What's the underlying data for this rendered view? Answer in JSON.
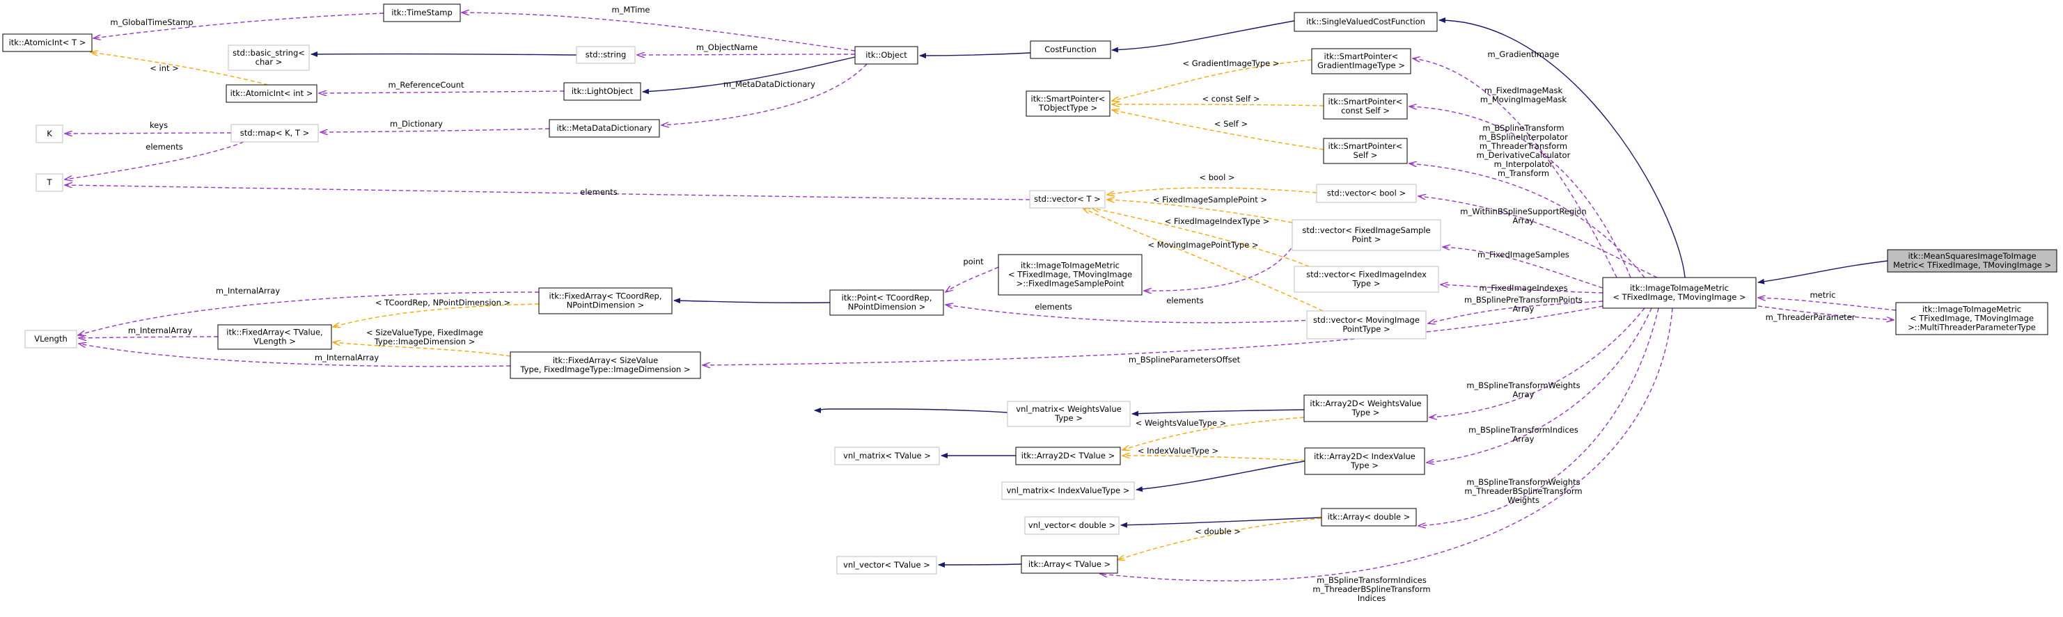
{
  "nodes": {
    "mean_squares": [
      "itk::MeanSquaresImageToImage",
      "Metric< TFixedImage, TMovingImage >"
    ],
    "image_to_image_metric": [
      "itk::ImageToImageMetric",
      "< TFixedImage, TMovingImage >"
    ],
    "multithreader_param": [
      "itk::ImageToImageMetric",
      "< TFixedImage, TMovingImage",
      ">::MultiThreaderParameterType"
    ],
    "single_valued_cost_function": [
      "itk::SingleValuedCostFunction"
    ],
    "cost_function": [
      "CostFunction"
    ],
    "object": [
      "itk::Object"
    ],
    "light_object": [
      "itk::LightObject"
    ],
    "time_stamp": [
      "itk::TimeStamp"
    ],
    "std_string": [
      "std::string"
    ],
    "basic_string": [
      "std::basic_string<",
      "char >"
    ],
    "atomic_int_t": [
      "itk::AtomicInt< T >"
    ],
    "atomic_int_int": [
      "itk::AtomicInt< int >"
    ],
    "metadata_dictionary": [
      "itk::MetaDataDictionary"
    ],
    "std_map": [
      "std::map< K, T >"
    ],
    "k": [
      "K"
    ],
    "t": [
      "T"
    ],
    "smart_pointer_tobject": [
      "itk::SmartPointer<",
      "TObjectType >"
    ],
    "smart_pointer_gradient": [
      "itk::SmartPointer<",
      "GradientImageType >"
    ],
    "smart_pointer_const_self": [
      "itk::SmartPointer<",
      "const Self >"
    ],
    "smart_pointer_self": [
      "itk::SmartPointer<",
      "Self >"
    ],
    "std_vector_t": [
      "std::vector< T >"
    ],
    "std_vector_bool": [
      "std::vector< bool >"
    ],
    "std_vector_fixed_sample": [
      "std::vector< FixedImageSample",
      "Point >"
    ],
    "std_vector_fixed_index": [
      "std::vector< FixedImageIndex",
      "Type >"
    ],
    "std_vector_moving_point": [
      "std::vector< MovingImage",
      "PointType >"
    ],
    "fixed_image_sample_point": [
      "itk::ImageToImageMetric",
      "< TFixedImage, TMovingImage",
      ">::FixedImageSamplePoint"
    ],
    "point": [
      "itk::Point< TCoordRep,",
      "NPointDimension >"
    ],
    "fixed_array_tcoord": [
      "itk::FixedArray< TCoordRep,",
      "NPointDimension >"
    ],
    "fixed_array_tvalue": [
      "itk::FixedArray< TValue,",
      "VLength >"
    ],
    "fixed_array_size": [
      "itk::FixedArray< SizeValue",
      "Type, FixedImageType::ImageDimension >"
    ],
    "vlength": [
      "VLength"
    ],
    "vnl_matrix_weights": [
      "vnl_matrix< WeightsValue",
      "Type >"
    ],
    "vnl_matrix_tvalue": [
      "vnl_matrix< TValue >"
    ],
    "vnl_matrix_index": [
      "vnl_matrix< IndexValueType >"
    ],
    "array2d_weights": [
      "itk::Array2D< WeightsValue",
      "Type >"
    ],
    "array2d_tvalue": [
      "itk::Array2D< TValue >"
    ],
    "array2d_index": [
      "itk::Array2D< IndexValue",
      "Type >"
    ],
    "vnl_vector_double": [
      "vnl_vector< double >"
    ],
    "vnl_vector_tvalue": [
      "vnl_vector< TValue >"
    ],
    "array_double": [
      "itk::Array< double >"
    ],
    "array_tvalue": [
      "itk::Array< TValue >"
    ]
  },
  "edge_labels": {
    "m_mtime": [
      "m_MTime"
    ],
    "m_global_time_stamp": [
      "m_GlobalTimeStamp"
    ],
    "tpl_int": [
      "< int >"
    ],
    "m_reference_count": [
      "m_ReferenceCount"
    ],
    "m_object_name": [
      "m_ObjectName"
    ],
    "m_metadata_dictionary": [
      "m_MetaDataDictionary"
    ],
    "m_dictionary": [
      "m_Dictionary"
    ],
    "keys": [
      "keys"
    ],
    "elements_map": [
      "elements"
    ],
    "elements_vec_t": [
      "elements"
    ],
    "m_gradient_image": [
      "m_GradientImage"
    ],
    "m_masks": [
      "m_FixedImageMask",
      "m_MovingImageMask"
    ],
    "m_transforms": [
      "m_BSplineTransform",
      "m_BSplineInterpolator",
      "m_ThreaderTransform",
      "m_DerivativeCalculator",
      "m_Interpolator",
      "m_Transform"
    ],
    "tpl_gradient": [
      "< GradientImageType >"
    ],
    "tpl_const_self": [
      "< const Self >"
    ],
    "tpl_self": [
      "< Self >"
    ],
    "tpl_bool": [
      "< bool >"
    ],
    "tpl_fixed_sample": [
      "< FixedImageSamplePoint >"
    ],
    "tpl_fixed_index": [
      "< FixedImageIndexType >"
    ],
    "tpl_moving_point": [
      "< MovingImagePointType >"
    ],
    "m_within_bspline": [
      "m_WithinBSplineSupportRegion",
      "Array"
    ],
    "m_fixed_image_samples": [
      "m_FixedImageSamples"
    ],
    "m_fixed_image_indexes": [
      "m_FixedImageIndexes"
    ],
    "m_bspline_pre_transform_points": [
      "m_BSplinePreTransformPoints",
      "Array"
    ],
    "elements_sample": [
      "elements"
    ],
    "elements_point": [
      "elements"
    ],
    "point": [
      "point"
    ],
    "m_internal_array_1": [
      "m_InternalArray"
    ],
    "m_internal_array_2": [
      "m_InternalArray"
    ],
    "m_internal_array_3": [
      "m_InternalArray"
    ],
    "tpl_tcoord": [
      "< TCoordRep, NPointDimension >"
    ],
    "tpl_size_value": [
      "< SizeValueType, FixedImage",
      "Type::ImageDimension >"
    ],
    "m_bspline_parameters_offset": [
      "m_BSplineParametersOffset"
    ],
    "metric": [
      "metric"
    ],
    "m_threader_parameter": [
      "m_ThreaderParameter"
    ],
    "m_bspline_transform_weights_array": [
      "m_BSplineTransformWeights",
      "Array"
    ],
    "m_bspline_transform_indices_array": [
      "m_BSplineTransformIndices",
      "Array"
    ],
    "m_bspline_weights": [
      "m_BSplineTransformWeights",
      "m_ThreaderBSplineTransform",
      "Weights"
    ],
    "m_bspline_indices": [
      "m_BSplineTransformIndices",
      "m_ThreaderBSplineTransform",
      "Indices"
    ],
    "tpl_weights": [
      "< WeightsValueType >"
    ],
    "tpl_index": [
      "< IndexValueType >"
    ],
    "tpl_double": [
      "< double >"
    ]
  },
  "colors": {
    "inheritance": "#191970",
    "usage": "#9a32cd",
    "template": "#ffa500",
    "target_fill": "#bfbfbf",
    "external_border": "#bfbfbf"
  }
}
